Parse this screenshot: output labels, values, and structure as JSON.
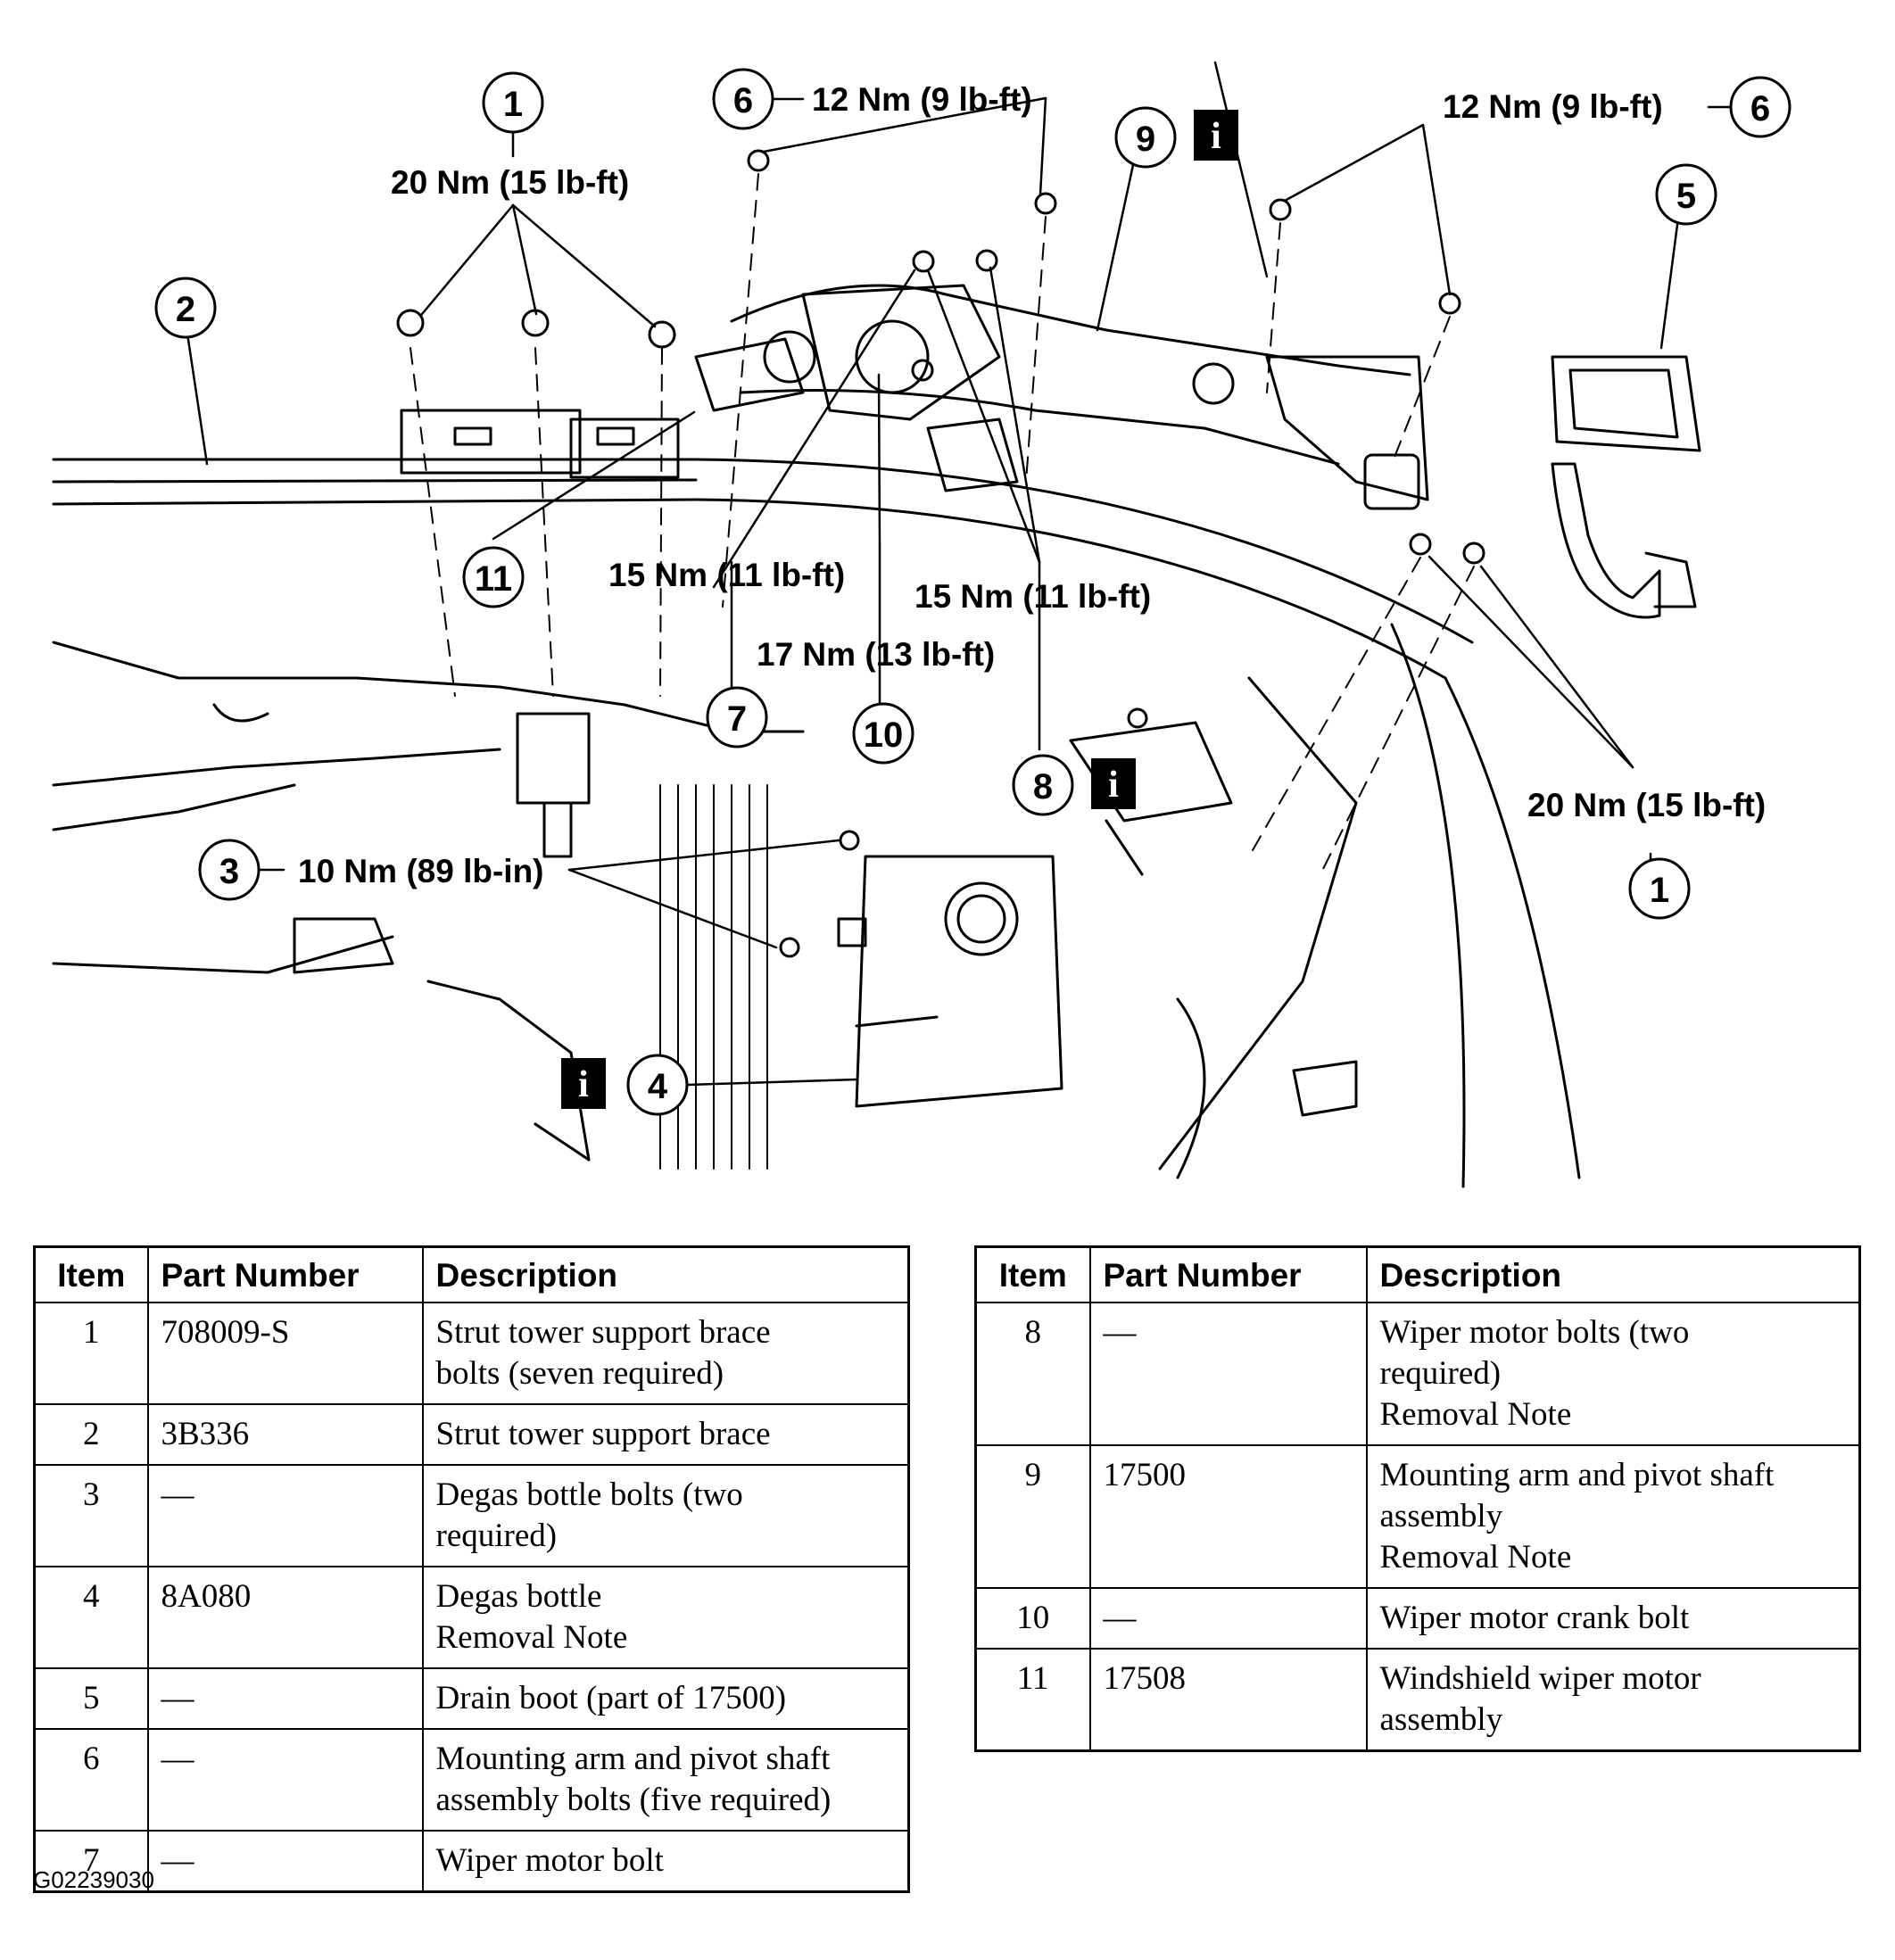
{
  "callouts": [
    {
      "id": "c1a",
      "num": "1"
    },
    {
      "id": "c2",
      "num": "2"
    },
    {
      "id": "c3",
      "num": "3"
    },
    {
      "id": "c4",
      "num": "4"
    },
    {
      "id": "c5",
      "num": "5"
    },
    {
      "id": "c6a",
      "num": "6"
    },
    {
      "id": "c6b",
      "num": "6"
    },
    {
      "id": "c7",
      "num": "7"
    },
    {
      "id": "c8",
      "num": "8"
    },
    {
      "id": "c9",
      "num": "9"
    },
    {
      "id": "c10",
      "num": "10"
    },
    {
      "id": "c11",
      "num": "11"
    },
    {
      "id": "c1b",
      "num": "1"
    }
  ],
  "torques": {
    "item1_top": "20 Nm (15 lb-ft)",
    "item6_left": "12 Nm (9 lb-ft)",
    "item6_right": "12 Nm (9 lb-ft)",
    "item7": "15 Nm (11 lb-ft)",
    "item8": "15 Nm (11 lb-ft)",
    "item10": "17 Nm (13 lb-ft)",
    "item3": "10 Nm (89 lb-in)",
    "item1_right": "20 Nm (15 lb-ft)"
  },
  "info_icon": "i",
  "table": {
    "headers": [
      "Item",
      "Part Number",
      "Description"
    ],
    "left_rows": [
      {
        "item": "1",
        "part": "708009-S",
        "desc": [
          "Strut tower support brace",
          "bolts (seven required)"
        ]
      },
      {
        "item": "2",
        "part": "3B336",
        "desc": [
          "Strut tower support brace"
        ]
      },
      {
        "item": "3",
        "part": "—",
        "desc": [
          "Degas bottle bolts (two",
          "required)"
        ]
      },
      {
        "item": "4",
        "part": "8A080",
        "desc": [
          "Degas bottle",
          "Removal Note"
        ]
      },
      {
        "item": "5",
        "part": "—",
        "desc": [
          "Drain boot (part of 17500)"
        ]
      },
      {
        "item": "6",
        "part": "—",
        "desc": [
          "Mounting arm and pivot shaft",
          "assembly bolts (five required)"
        ]
      },
      {
        "item": "7",
        "part": "—",
        "desc": [
          "Wiper motor bolt"
        ]
      }
    ],
    "right_rows": [
      {
        "item": "8",
        "part": "—",
        "desc": [
          "Wiper motor bolts (two",
          "required)",
          "Removal Note"
        ]
      },
      {
        "item": "9",
        "part": "17500",
        "desc": [
          "Mounting arm and pivot shaft",
          "assembly",
          "Removal Note"
        ]
      },
      {
        "item": "10",
        "part": "—",
        "desc": [
          "Wiper motor crank bolt"
        ]
      },
      {
        "item": "11",
        "part": "17508",
        "desc": [
          "Windshield wiper motor",
          "assembly"
        ]
      }
    ]
  },
  "figure_code": "G02239030"
}
